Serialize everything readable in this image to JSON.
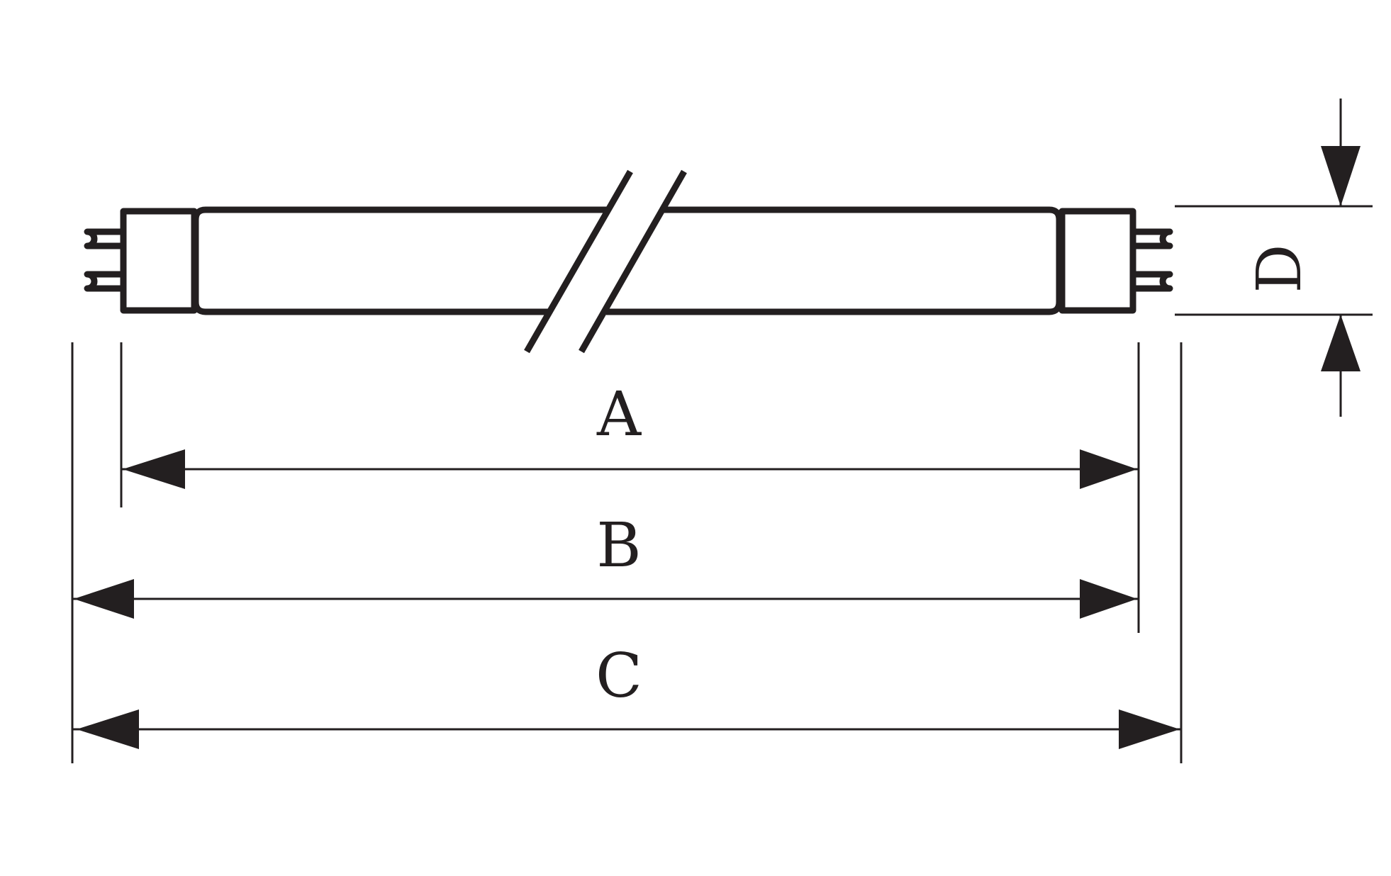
{
  "labels": {
    "a": "A",
    "b": "B",
    "c": "C",
    "d": "D"
  },
  "colors": {
    "stroke": "#231f20",
    "background": "#ffffff"
  }
}
